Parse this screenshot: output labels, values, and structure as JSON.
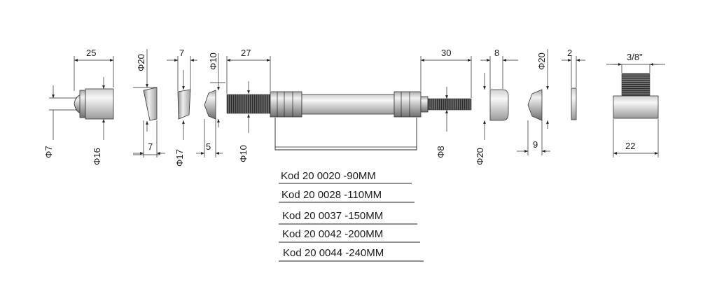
{
  "diagram": {
    "dimensions": {
      "cap_width": "25",
      "cap_small_dia": "Φ7",
      "cap_dia": "Φ16",
      "cone_top_dia": "Φ20",
      "cone_width": "7",
      "ring_top": "7",
      "ring_bottom_dia": "Φ17",
      "sleeve_top_dia": "Φ10",
      "sleeve_width": "5",
      "thread_length": "27",
      "bolt_dia": "Φ10",
      "end_width": "30",
      "pin_dia": "Φ8",
      "nut_width": "8",
      "nut_dia": "Φ20",
      "cone2_dia": "Φ20",
      "cone2_width": "9",
      "washer_width": "2",
      "fitting_thread": "3/8\"",
      "fitting_width": "22"
    },
    "codes": [
      "Kod 20 0020 -90MM",
      "Kod 20 0028 -110MM",
      "Kod 20 0037 -150MM",
      "Kod 20 0042 -200MM",
      "Kod 20 0044 -240MM"
    ]
  }
}
